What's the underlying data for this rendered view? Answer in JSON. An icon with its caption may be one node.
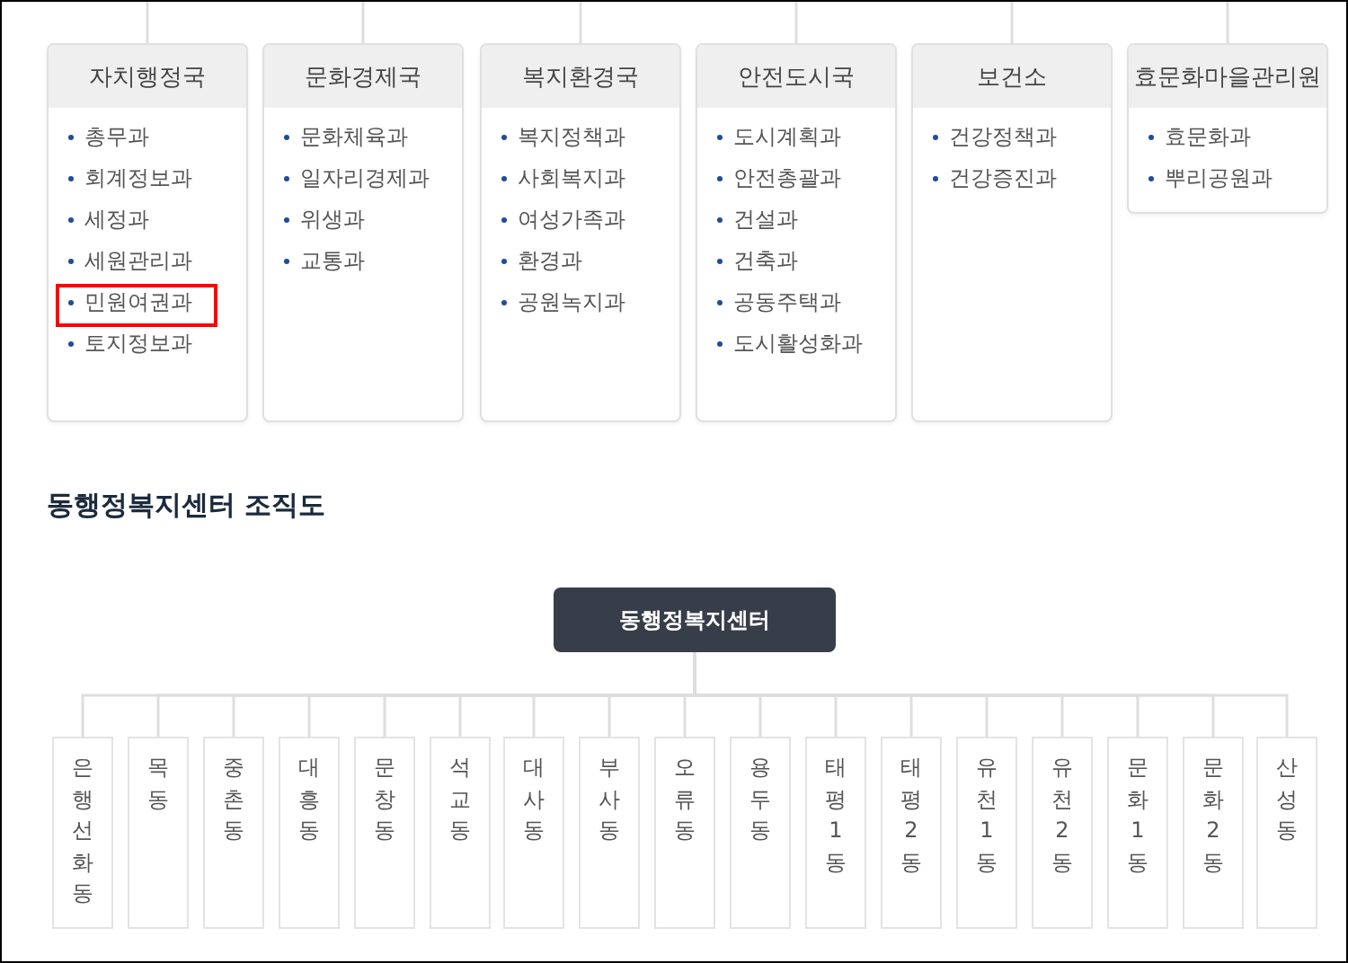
{
  "diagram": {
    "title": "동행정복지센터 조직도",
    "nodes": [
      {
        "text": [
          "자치행정국",
          "총무과",
          "회계정보과",
          "세정과",
          "세원관리과",
          "민원여권과",
          "토지정보과"
        ]
      },
      {
        "text": [
          "문화경제국",
          "문화체육과",
          "일자리경제과",
          "위생과",
          "교통과"
        ]
      },
      {
        "text": [
          "복지환경국",
          "복지정책과",
          "사회복지과",
          "여성가족과",
          "환경과",
          "공원녹지과"
        ]
      },
      {
        "text": [
          "안전도시국",
          "도시계획과",
          "안전총괄과",
          "건설과",
          "건축과",
          "공동주택과",
          "도시활성화과"
        ]
      },
      {
        "text": [
          "보건소",
          "건강정책과",
          "건강증진과"
        ]
      },
      {
        "text": [
          "효문화마을관리원",
          "효문화과",
          "뿌리공원과"
        ]
      },
      {
        "text": [
          "동행정복지센터"
        ]
      },
      {
        "text": [
          "은행선화동"
        ]
      },
      {
        "text": [
          "목동"
        ]
      },
      {
        "text": [
          "중촌동"
        ]
      },
      {
        "text": [
          "대흥동"
        ]
      },
      {
        "text": [
          "문창동"
        ]
      },
      {
        "text": [
          "석교동"
        ]
      },
      {
        "text": [
          "대사동"
        ]
      },
      {
        "text": [
          "부사동"
        ]
      },
      {
        "text": [
          "오류동"
        ]
      },
      {
        "text": [
          "용두동"
        ]
      },
      {
        "text": [
          "태평1동"
        ]
      },
      {
        "text": [
          "태평2동"
        ]
      },
      {
        "text": [
          "유천1동"
        ]
      },
      {
        "text": [
          "유천2동"
        ]
      },
      {
        "text": [
          "문화1동"
        ]
      },
      {
        "text": [
          "문화2동"
        ]
      },
      {
        "text": [
          "산성동"
        ]
      }
    ],
    "edges": [
      {
        "from": null,
        "to": 0,
        "arrow": "none"
      },
      {
        "from": null,
        "to": 1,
        "arrow": "none"
      },
      {
        "from": null,
        "to": 2,
        "arrow": "none"
      },
      {
        "from": null,
        "to": 3,
        "arrow": "none"
      },
      {
        "from": null,
        "to": 4,
        "arrow": "none"
      },
      {
        "from": null,
        "to": 5,
        "arrow": "none"
      },
      {
        "from": 6,
        "to": 7,
        "arrow": "none"
      },
      {
        "from": 6,
        "to": 8,
        "arrow": "none"
      },
      {
        "from": 6,
        "to": 9,
        "arrow": "none"
      },
      {
        "from": 6,
        "to": 10,
        "arrow": "none"
      },
      {
        "from": 6,
        "to": 11,
        "arrow": "none"
      },
      {
        "from": 6,
        "to": 12,
        "arrow": "none"
      },
      {
        "from": 6,
        "to": 13,
        "arrow": "none"
      },
      {
        "from": 6,
        "to": 14,
        "arrow": "none"
      },
      {
        "from": 6,
        "to": 15,
        "arrow": "none"
      },
      {
        "from": 6,
        "to": 16,
        "arrow": "none"
      },
      {
        "from": 6,
        "to": 17,
        "arrow": "none"
      },
      {
        "from": 6,
        "to": 18,
        "arrow": "none"
      },
      {
        "from": 6,
        "to": 19,
        "arrow": "none"
      },
      {
        "from": 6,
        "to": 20,
        "arrow": "none"
      },
      {
        "from": 6,
        "to": 21,
        "arrow": "none"
      },
      {
        "from": 6,
        "to": 22,
        "arrow": "none"
      },
      {
        "from": 6,
        "to": 23,
        "arrow": "none"
      }
    ]
  }
}
